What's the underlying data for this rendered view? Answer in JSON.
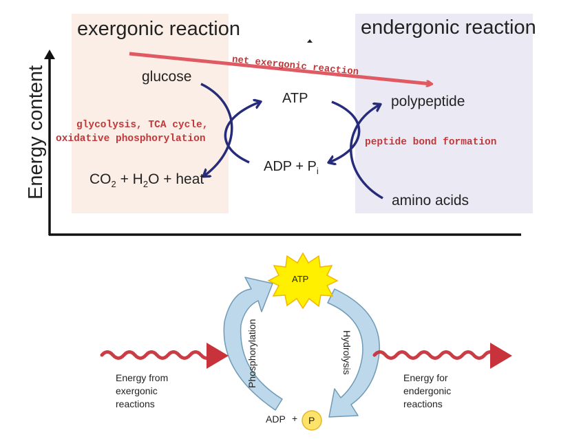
{
  "top_diagram": {
    "header_left": "exergonic reaction",
    "header_right": "endergonic reaction",
    "y_axis_label": "Energy content",
    "net_label": "net exergonic reaction",
    "glucose": "glucose",
    "products": {
      "co": "CO",
      "two_a": "2",
      "plus_h": " + H",
      "two_b": "2",
      "o_heat": "O + heat"
    },
    "glycolysis_line1": "glycolysis, TCA cycle,",
    "glycolysis_line2": "oxidative phosphorylation",
    "atp": "ATP",
    "adp": {
      "main": "ADP + P",
      "sub": "i"
    },
    "polypeptide": "polypeptide",
    "peptide_bond": "peptide bond formation",
    "amino_acids": "amino acids",
    "colors": {
      "left_panel": "#fbeee6",
      "right_panel": "#ebeaf4",
      "red_arrow": "#e05a63",
      "navy_arrow": "#262b7a",
      "mono_text": "#c0393b"
    }
  },
  "bottom_diagram": {
    "atp": "ATP",
    "adp": "ADP",
    "plus": "+",
    "p": "P",
    "phosphorylation": "Phosphorylation",
    "hydrolysis": "Hydrolysis",
    "energy_from": [
      "Energy from",
      "exergonic",
      "reactions"
    ],
    "energy_for": [
      "Energy for",
      "endergonic",
      "reactions"
    ],
    "colors": {
      "cycle_arrow": "#bcd8ea",
      "starburst": "#fff000",
      "wave": "#c8323a",
      "p_circle": "#fde36a"
    }
  }
}
